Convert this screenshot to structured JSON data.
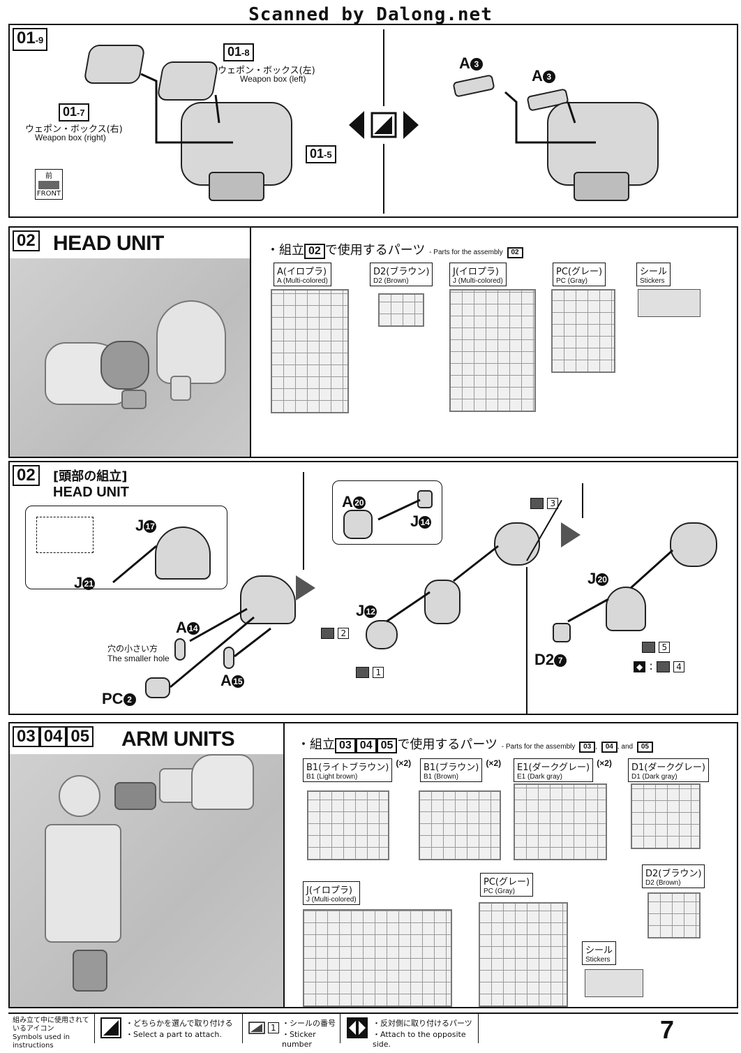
{
  "watermark": "Scanned by Dalong.net",
  "page_number": "7",
  "step0109": {
    "step_main": "01",
    "step_sub": "-9",
    "box_left": {
      "ref": "01",
      "sub": "-8",
      "jp": "ウェポン・ボックス(左)",
      "en": "Weapon box (left)"
    },
    "box_right": {
      "ref": "01",
      "sub": "-7",
      "jp": "ウェポン・ボックス(右)",
      "en": "Weapon box (right)"
    },
    "base_ref": {
      "ref": "01",
      "sub": "-5"
    },
    "front_jp": "前",
    "front_en": "FRONT",
    "alt_part_a": "A",
    "alt_part_a_num": "3",
    "alt_part_b": "A",
    "alt_part_b_num": "3"
  },
  "head_parts": {
    "step": "02",
    "title": "HEAD UNIT",
    "parts_heading_jp_pre": "・組立",
    "parts_heading_step": "02",
    "parts_heading_jp_post": "で使用するパーツ",
    "parts_heading_en": "- Parts for the assembly",
    "parts_heading_en_step": "02",
    "runners": [
      {
        "jp": "A(イロプラ)",
        "en": "A (Multi-colored)"
      },
      {
        "jp": "D2(ブラウン)",
        "en": "D2 (Brown)"
      },
      {
        "jp": "J(イロプラ)",
        "en": "J (Multi-colored)"
      },
      {
        "jp": "PC(グレー)",
        "en": "PC (Gray)"
      },
      {
        "jp": "シール",
        "en": "Stickers"
      }
    ]
  },
  "head_assembly": {
    "step": "02",
    "title_jp": "[頭部の組立]",
    "title_en": "HEAD UNIT",
    "parts": {
      "j17": {
        "letter": "J",
        "num": "17"
      },
      "j21": {
        "letter": "J",
        "num": "21"
      },
      "a14": {
        "letter": "A",
        "num": "14"
      },
      "a15": {
        "letter": "A",
        "num": "15"
      },
      "pc2": {
        "letter": "PC",
        "num": "2"
      },
      "a20": {
        "letter": "A",
        "num": "20"
      },
      "j14": {
        "letter": "J",
        "num": "14"
      },
      "j12": {
        "letter": "J",
        "num": "12"
      },
      "j20": {
        "letter": "J",
        "num": "20"
      },
      "d27": {
        "letter": "D2",
        "num": "7"
      }
    },
    "smaller_hole_jp": "穴の小さい方",
    "smaller_hole_en": "The smaller hole",
    "stickers": [
      "1",
      "2",
      "3",
      "4",
      "5"
    ]
  },
  "arm_parts": {
    "steps": [
      "03",
      "04",
      "05"
    ],
    "title": "ARM UNITS",
    "parts_heading_jp_pre": "・組立",
    "parts_heading_steps": [
      "03",
      "04",
      "05"
    ],
    "parts_heading_jp_post": "で使用するパーツ",
    "parts_heading_en": "- Parts for the assembly",
    "parts_heading_and": ", and",
    "runners": [
      {
        "jp": "B1(ライトブラウン)",
        "en": "B1 (Light brown)",
        "qty": "(×2)"
      },
      {
        "jp": "B1(ブラウン)",
        "en": "B1 (Brown)",
        "qty": "(×2)"
      },
      {
        "jp": "E1(ダークグレー)",
        "en": "E1 (Dark gray)",
        "qty": "(×2)"
      },
      {
        "jp": "D1(ダークグレー)",
        "en": "D1 (Dark gray)",
        "qty": ""
      },
      {
        "jp": "J(イロプラ)",
        "en": "J (Multi-colored)",
        "qty": ""
      },
      {
        "jp": "PC(グレー)",
        "en": "PC (Gray)",
        "qty": ""
      },
      {
        "jp": "D2(ブラウン)",
        "en": "D2 (Brown)",
        "qty": ""
      },
      {
        "jp": "シール",
        "en": "Stickers",
        "qty": ""
      }
    ]
  },
  "legend": {
    "title_jp": "組み立て中に使用されているアイコン",
    "title_en": "Symbols used in instructions",
    "items": [
      {
        "jp": "・どちらかを選んで取り付ける",
        "en": "・Select a part to attach."
      },
      {
        "jp": "・シールの番号",
        "en": "・Sticker number",
        "num": "1"
      },
      {
        "jp": "・反対側に取り付けるパーツ",
        "en": "・Attach to the opposite side."
      }
    ]
  }
}
